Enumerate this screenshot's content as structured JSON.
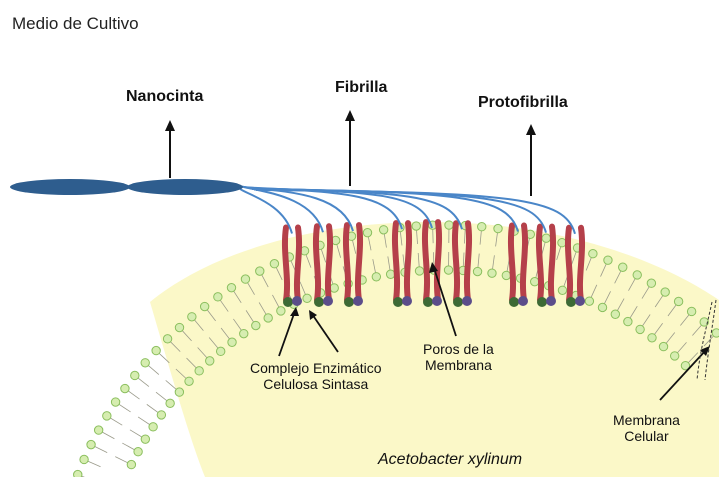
{
  "labels": {
    "medium": "Medio de Cultivo",
    "nanocinta": "Nanocinta",
    "fibrilla": "Fibrilla",
    "protofibrilla": "Protofibrilla",
    "complejo_line1": "Complejo Enzimático",
    "complejo_line2": "Celulosa Sintasa",
    "poros_line1": "Poros de la",
    "poros_line2": "Membrana",
    "membrana_line1": "Membrana",
    "membrana_line2": "Celular",
    "bacterium": "Acetobacter xylinum"
  },
  "colors": {
    "cell": "#fbf8c8",
    "lipid_head": "#d6edb0",
    "lipid_edge": "#8bbf5e",
    "ribbon": "#2e5d8e",
    "fibril": "#4a86c8",
    "protein": "#b5404a",
    "complex_green": "#3d6a35",
    "complex_purple": "#5b4d8a"
  },
  "icons": {
    "arrow": "arrow-up-icon"
  }
}
